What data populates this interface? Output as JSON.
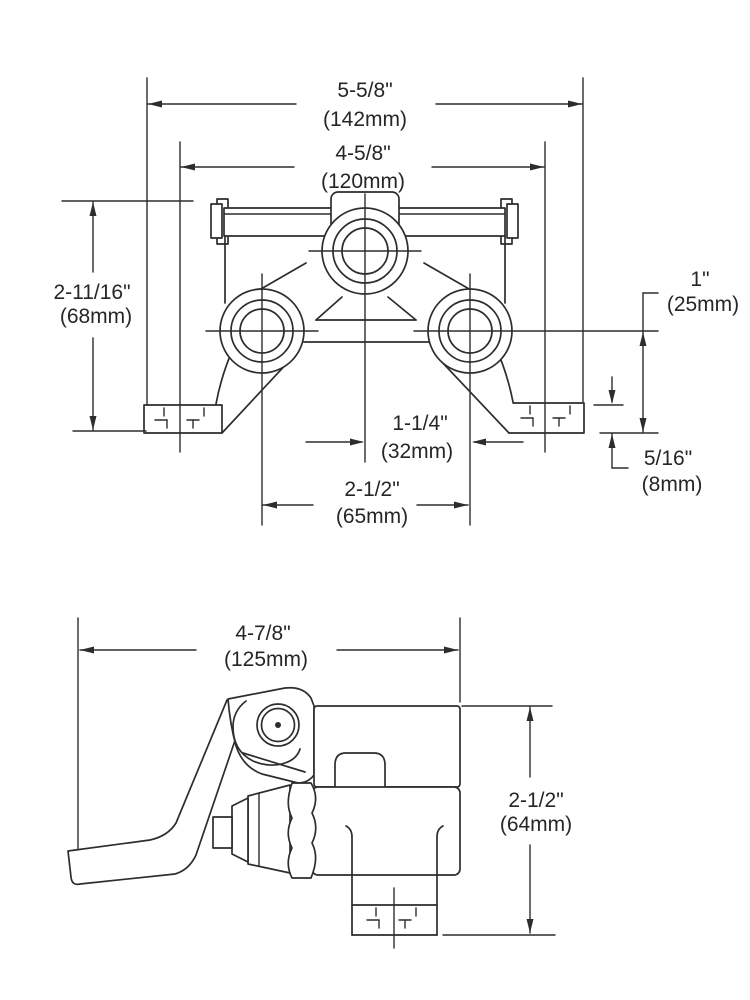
{
  "style": {
    "ink_color": "#2d2d2d",
    "background": "#ffffff"
  },
  "views": {
    "front": {
      "dims": {
        "overall_width": {
          "in": "5-5/8\"",
          "mm": "(142mm)"
        },
        "mount_spacing": {
          "in": "4-5/8\"",
          "mm": "(120mm)"
        },
        "overall_height": {
          "in": "2-11/16\"",
          "mm": "(68mm)"
        },
        "outlet_height": {
          "in": "1\"",
          "mm": "(25mm)"
        },
        "center_to_port": {
          "in": "1-1/4\"",
          "mm": "(32mm)"
        },
        "port_spacing": {
          "in": "2-1/2\"",
          "mm": "(65mm)"
        },
        "base_thickness": {
          "in": "5/16\"",
          "mm": "(8mm)"
        }
      }
    },
    "side": {
      "dims": {
        "depth": {
          "in": "4-7/8\"",
          "mm": "(125mm)"
        },
        "height": {
          "in": "2-1/2\"",
          "mm": "(64mm)"
        }
      }
    }
  }
}
